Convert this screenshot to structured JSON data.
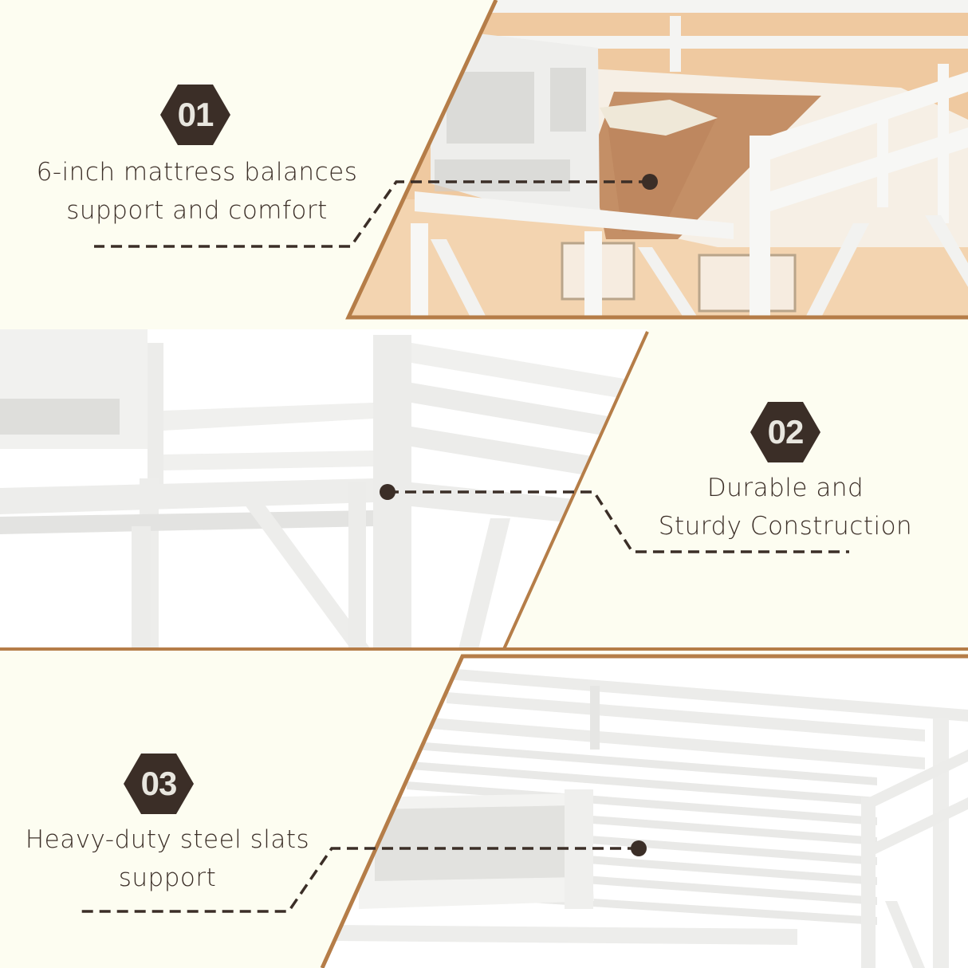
{
  "colors": {
    "background": "#fdfdf1",
    "accent_border": "#b57d48",
    "badge": "#3b2e27",
    "badge_text": "#e8e6df",
    "connector": "#3b2e27",
    "wall": "#efc9a0",
    "bedding": "#c48f66",
    "frame": "#f4f4f2"
  },
  "features": [
    {
      "badge": "01",
      "caption_line1": "6-inch mattress balances",
      "caption_line2": "support and comfort",
      "photo": "loft bed top with mattress and brown blanket"
    },
    {
      "badge": "02",
      "caption_line1": "Durable and",
      "caption_line2": "Sturdy Construction",
      "photo": "white metal loft bed frame rails and supports"
    },
    {
      "badge": "03",
      "caption_line1": "Heavy-duty steel slats",
      "caption_line2": "support",
      "photo": "steel slat bed base with guard rails"
    }
  ]
}
